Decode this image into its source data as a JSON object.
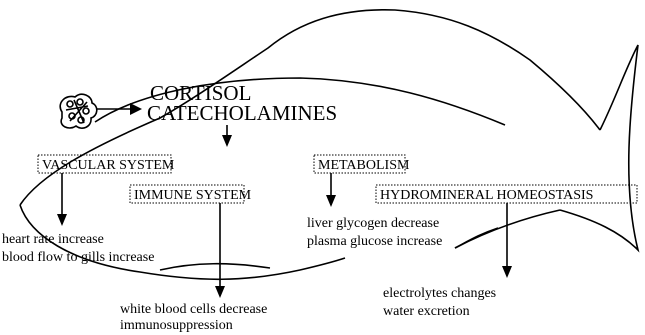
{
  "hormones": {
    "line1": "CORTISOL",
    "line2": "CATECHOLAMINES"
  },
  "systems": {
    "vascular": "VASCULAR SYSTEM",
    "immune": "IMMUNE SYSTEM",
    "metabolism": "METABOLISM",
    "hydromineral": "HYDROMINERAL HOMEOSTASIS"
  },
  "effects": {
    "vascular": [
      "heart rate increase",
      "blood flow to gills increase"
    ],
    "immune": [
      "white blood cells decrease",
      "immunosuppression"
    ],
    "metabolism": [
      "liver glycogen decrease",
      "plasma glucose increase"
    ],
    "hydromineral": [
      "electrolytes changes",
      "water excretion"
    ]
  }
}
